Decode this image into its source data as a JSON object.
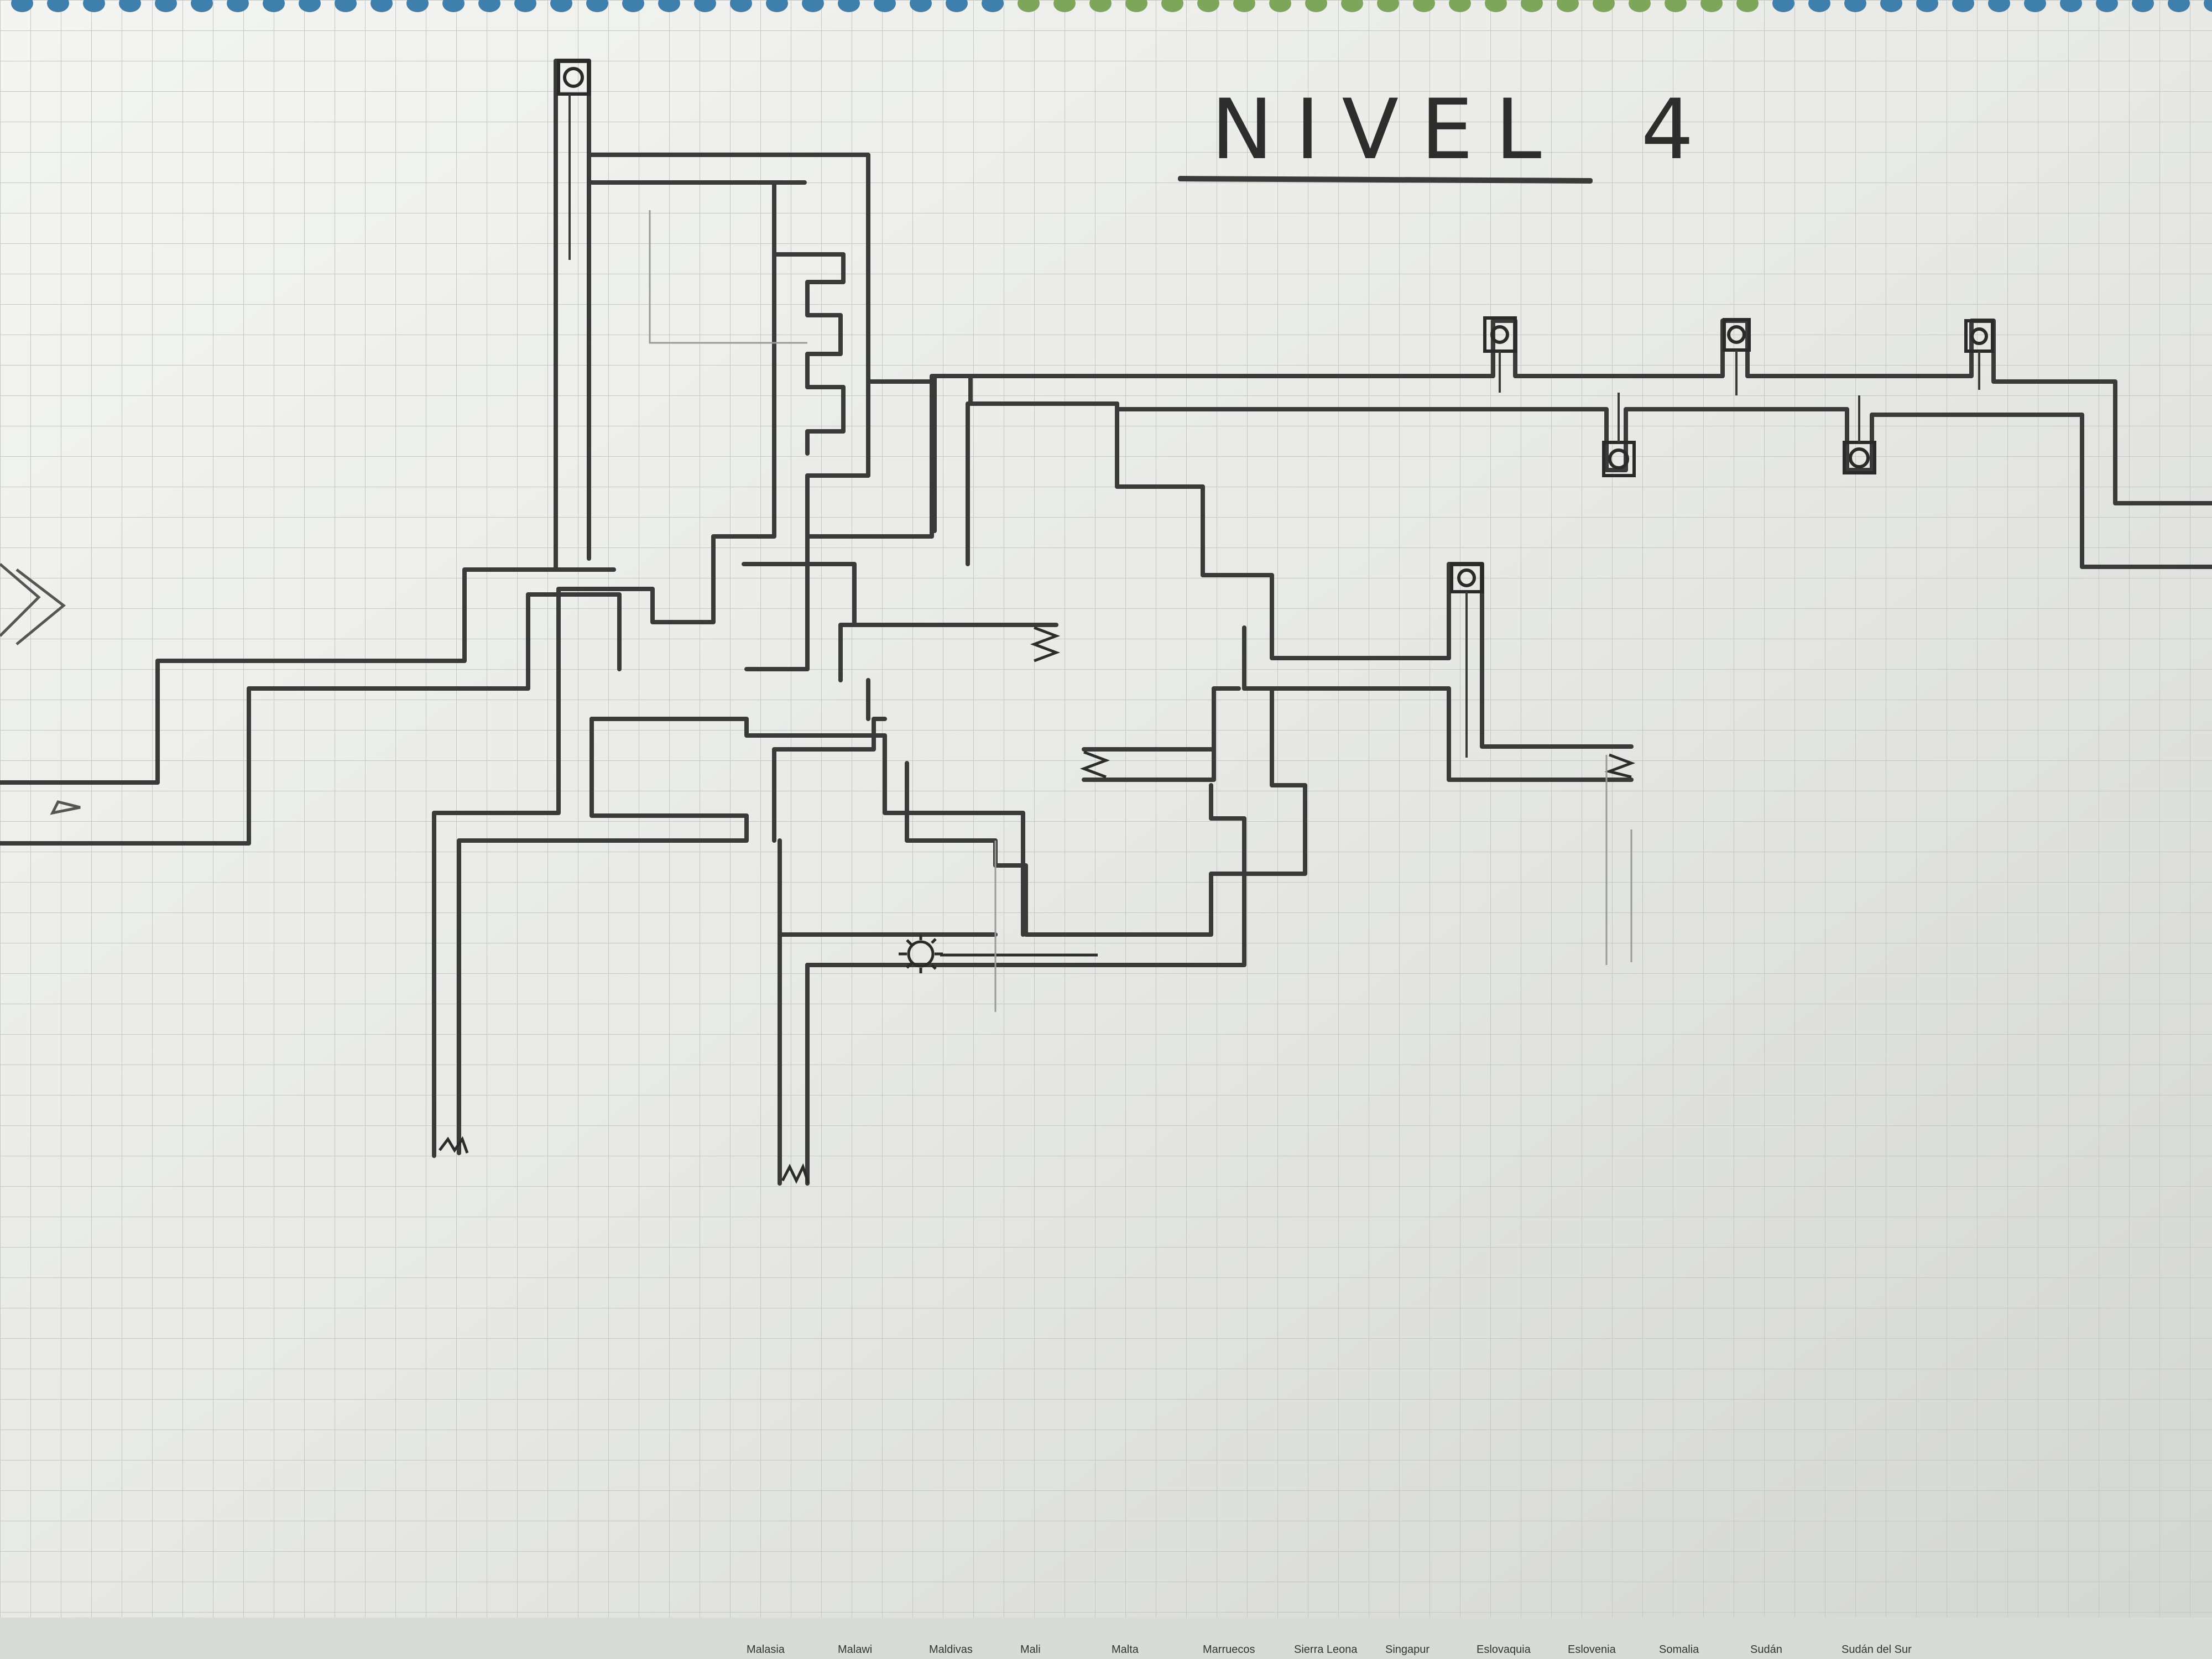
{
  "title": {
    "word": "NIVEL",
    "number": "4"
  },
  "flag_labels": [
    "Malasia",
    "Malawi",
    "Maldivas",
    "Mali",
    "Malta",
    "Marruecos",
    "Sierra Leona",
    "Singapur",
    "Eslovaquia",
    "Eslovenia",
    "Somalia",
    "Sudán",
    "Sudán del Sur"
  ],
  "colors": {
    "paper": "#e9eae6",
    "grid": "#c3c6c4",
    "pencil": "#3a3a3a",
    "ring_blue": "#3f7fae",
    "ring_green": "#7ea65a"
  }
}
